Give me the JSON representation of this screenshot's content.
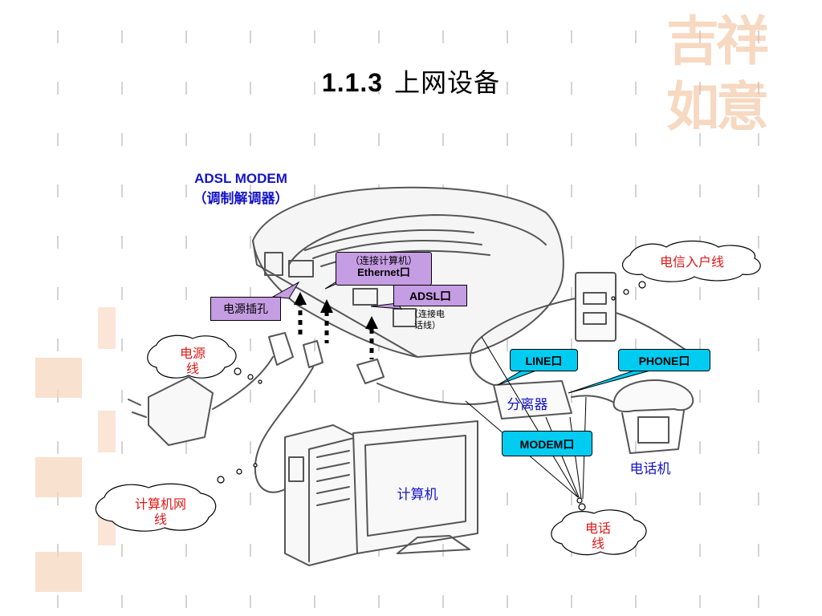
{
  "slide_title": {
    "number": "1.1.3",
    "text": "上网设备"
  },
  "modem_label": {
    "line1": "ADSL MODEM",
    "line2": "（调制解调器）"
  },
  "callouts": {
    "ethernet": {
      "note": "（连接计算机）",
      "label": "Ethernet口"
    },
    "adsl": {
      "label": "ADSL口",
      "note_line1": "（连接电",
      "note_line2": "话线）"
    },
    "power_socket": "电源插孔",
    "line_port": "LINE口",
    "phone_port": "PHONE口",
    "modem_port": "MODEM口"
  },
  "clouds": {
    "telecom_line": "电信入户线",
    "power_cord": {
      "line1": "电源",
      "line2": "线"
    },
    "network_cable": {
      "line1": "计算机网",
      "line2": "线"
    },
    "phone_cable": {
      "line1": "电话",
      "line2": "线"
    }
  },
  "device_labels": {
    "splitter": "分离器",
    "telephone": "电话机",
    "computer": "计算机"
  },
  "watermark": {
    "text": "吉祥如意"
  },
  "colors": {
    "purple": "#c59de3",
    "cyan": "#00ccf2",
    "blue_text": "#1414c8",
    "red_text": "#e01818",
    "watermark": "#f2b98f"
  }
}
